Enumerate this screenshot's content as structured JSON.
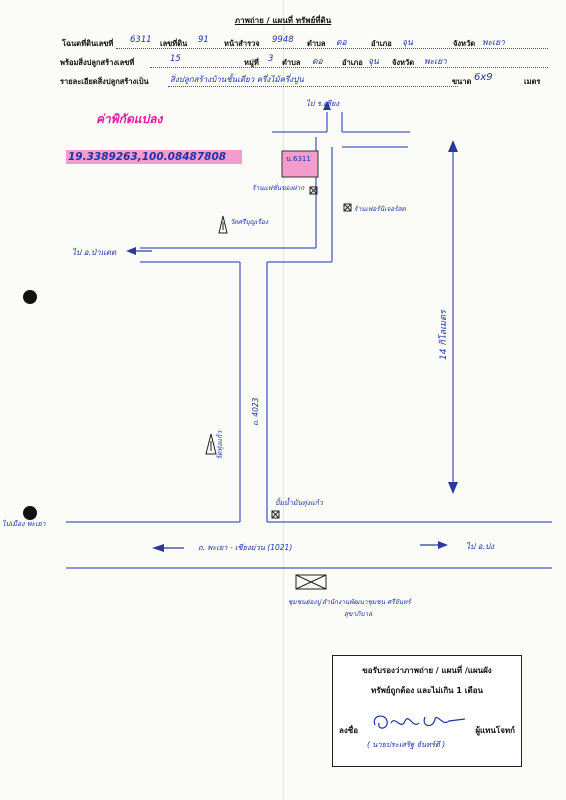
{
  "header": {
    "title": "ภาพถ่าย / แผนที่ ทรัพย์ที่ดิน",
    "row1": {
      "l1": "โฉนดที่ดินเลขที่",
      "v1": "6311",
      "l2": "เลขที่ดิน",
      "v2": "91",
      "l3": "หน้าสำรวจ",
      "v3": "9948",
      "l4": "ตำบล",
      "v4": "ดอ",
      "l5": "อำเภอ",
      "v5": "จุน",
      "l6": "จังหวัด",
      "v6": "พะเยา"
    },
    "row2": {
      "l1": "พร้อมสิ่งปลูกสร้างเลขที่",
      "v1": "15",
      "l2": "หมู่ที่",
      "v2": "3",
      "l3": "ตำบล",
      "v3": "ดอ",
      "l4": "อำเภอ",
      "v4": "จุน",
      "l5": "จังหวัด",
      "v5": "พะเยา"
    },
    "row3": {
      "l1": "รายละเอียดสิ่งปลูกสร้างเป็น",
      "v1": "สิ่งปลูกสร้างบ้านชั้นเดียว ครึ่งไม้ครึ่งปูน",
      "l2": "ขนาด",
      "v2": "6x9",
      "l3": "เมตร"
    }
  },
  "highlight": {
    "title": "ค่าพิกัดแปลง",
    "coords": "19.3389263,100.08487808"
  },
  "map": {
    "to_top": "ไป ร.เชียง",
    "to_left": "ไป อ.ป่าแดด",
    "to_right": "ไป อ.ปง",
    "to_bottom_left": "ไปเมือง พะเยา",
    "land_label": "น.6311",
    "shop_left": "ร้านแฟชั่นของฝาก",
    "shop_right": "ร้านเฟอร์นิเจอร์สด",
    "temple1": "วัดศรีบุญเรือง",
    "road_vertical": "ถ. 4023",
    "temple2": "วัดทุ่งแก้ว",
    "distance": "14 กิโลเมตร",
    "junction": "ปั้มน้ำมันทุ่งแก้ว",
    "main_road": "ถ. พะเยา - เชียงม่วน (1021)",
    "bottom_place1": "ชุมชนฮ่องปู",
    "bottom_place2": "สำนักงานพัฒนาชุมชน ศรีจันทร์",
    "bottom_place3": "สุขาภิบาล"
  },
  "certificate": {
    "line1": "ขอรับรองว่าภาพถ่าย / แผนที่ /แผนผัง",
    "line2": "ทรัพย์ถูกต้อง และไม่เกิน 1 เดือน",
    "sign_label": "ลงชื่อ",
    "role": "ผู้แทนโจทก์",
    "name": "( นายประเสริฐ จันทร์ดี )"
  }
}
